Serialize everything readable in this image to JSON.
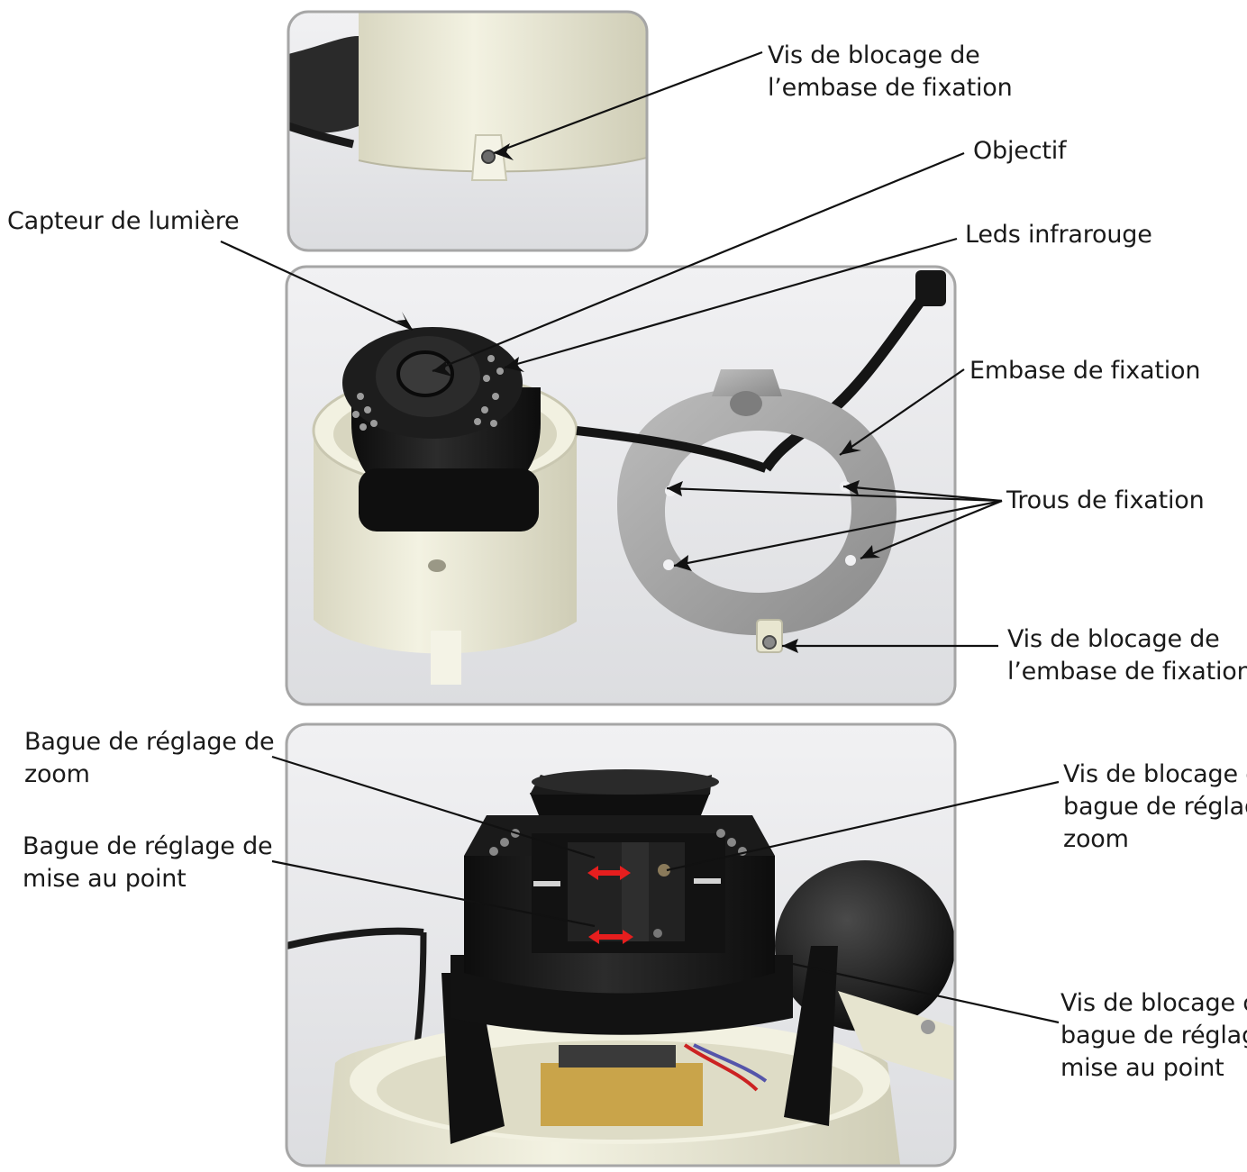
{
  "labels": {
    "top_screw": [
      "Vis de blocage de",
      "l’embase de fixation"
    ],
    "objectif": "Objectif",
    "capteur": "Capteur de lumière",
    "leds": "Leds infrarouge",
    "embase": "Embase de fixation",
    "trous": "Trous de fixation",
    "mid_screw": [
      "Vis de blocage de",
      "l’embase de fixation"
    ],
    "zoom_ring": [
      "Bague de réglage de",
      "zoom"
    ],
    "focus_ring": [
      "Bague de réglage de",
      "mise au point"
    ],
    "zoom_screw": [
      "Vis de blocage c",
      "bague de réglag",
      "zoom"
    ],
    "focus_screw": [
      "Vis de blocage c",
      "bague de réglag",
      "mise au point"
    ]
  },
  "colors": {
    "frame": "#9a9a9a",
    "housing": "#ecebd8",
    "dark": "#1b1b1b",
    "metal": "#a3a3a3",
    "arrow": "#111111",
    "red_marker": "#e61e1e"
  },
  "icons": {
    "pointer": "arrow-icon",
    "adjust": "double-arrow-icon"
  }
}
